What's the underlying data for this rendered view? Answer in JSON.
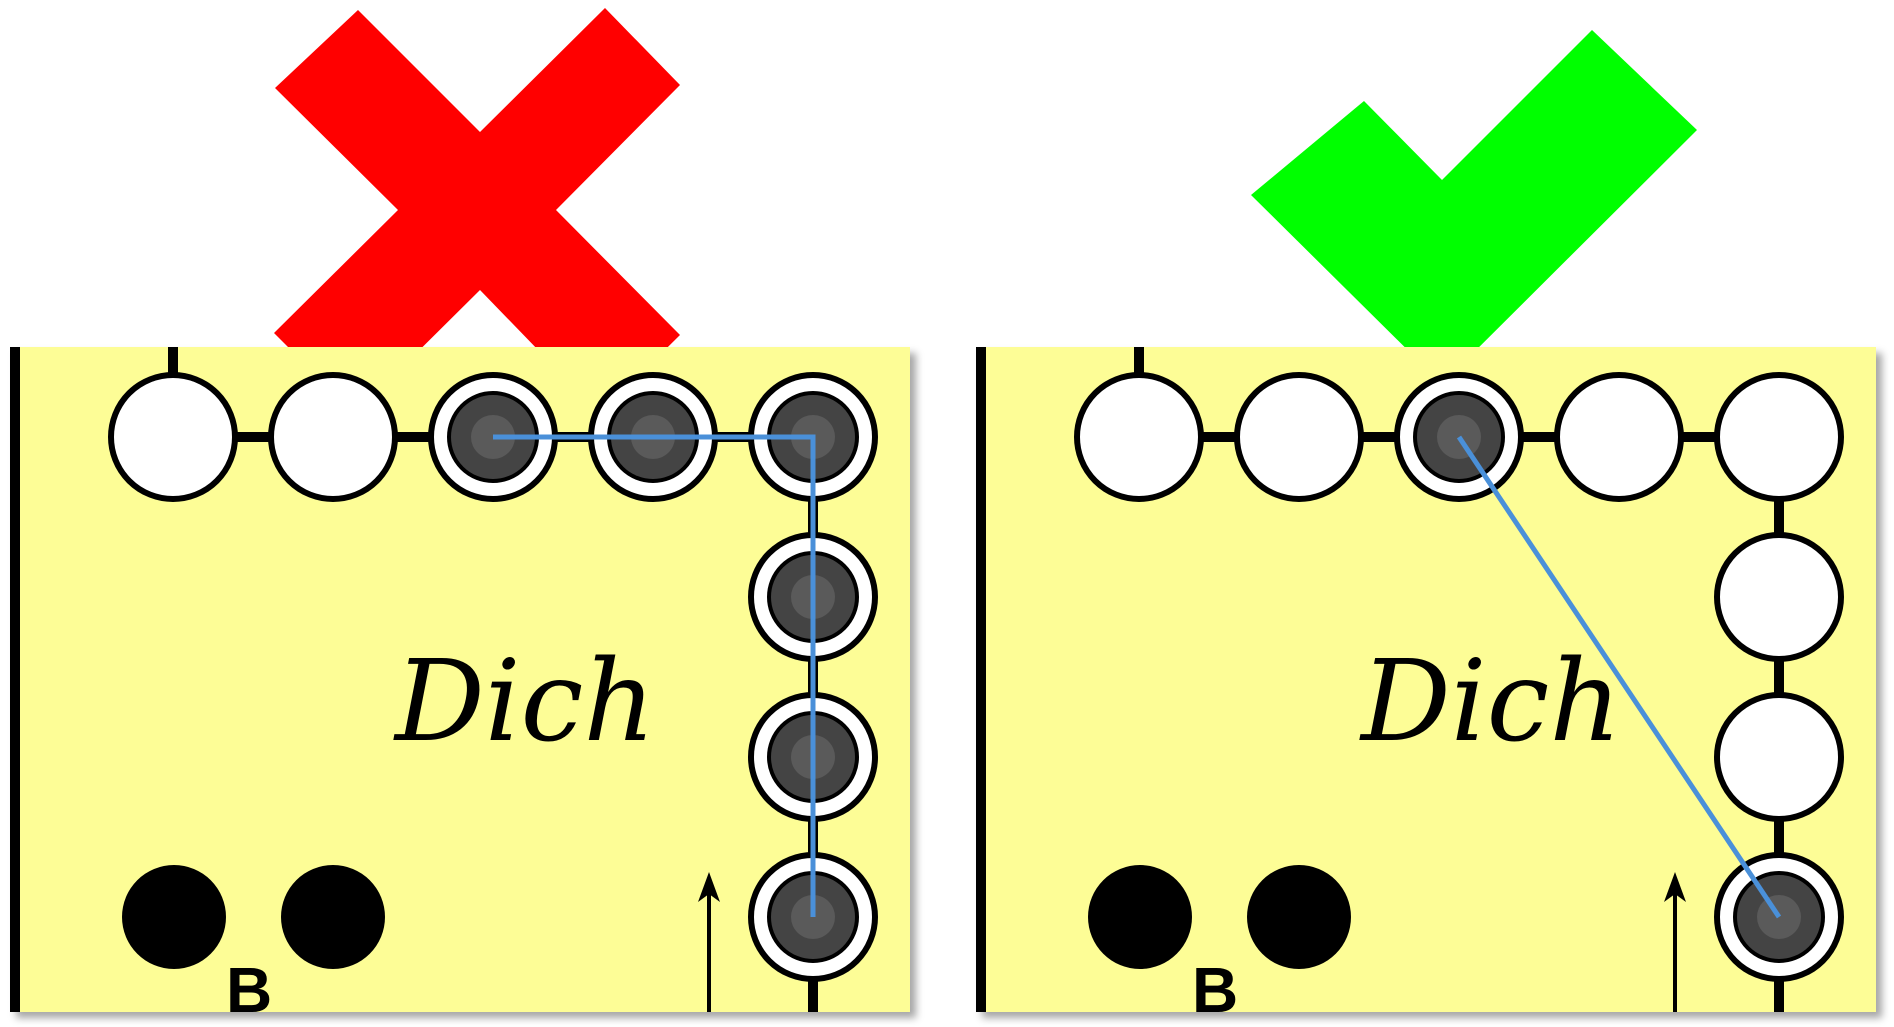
{
  "title": "",
  "colors": {
    "board_fill": "#fdfd96",
    "cross": "#ff0000",
    "check": "#00ff00",
    "path_line": "#4a90d9",
    "marked_stone": "#444444",
    "empty_stone": "#ffffff"
  },
  "panels": [
    {
      "id": "wrong",
      "verdict_icon": "cross-icon",
      "board_word": "Dich",
      "bottom_letter": "B",
      "marked_top": [
        2,
        3,
        4
      ],
      "marked_right": [
        1,
        2,
        3
      ],
      "path": "along-edge"
    },
    {
      "id": "right",
      "verdict_icon": "check-icon",
      "board_word": "Dich",
      "bottom_letter": "B",
      "marked_top": [
        2
      ],
      "marked_right": [
        3
      ],
      "path": "diagonal"
    }
  ]
}
